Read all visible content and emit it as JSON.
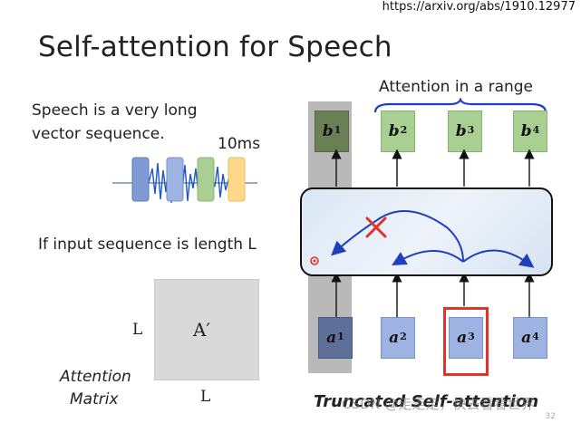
{
  "url": "https://arxiv.org/abs/1910.12977",
  "title": "Self-attention for Speech",
  "speech_text": {
    "line1": "Speech is a very long",
    "line2": "vector sequence.",
    "duration": "10ms"
  },
  "input_length_text": "If input sequence is length L",
  "matrix": {
    "label": "A′",
    "row_label": "L",
    "col_label": "L",
    "caption_line1": "Attention",
    "caption_line2": "Matrix"
  },
  "attention_range_label": "Attention in a range",
  "outputs": [
    {
      "var": "b",
      "sup": "1"
    },
    {
      "var": "b",
      "sup": "2"
    },
    {
      "var": "b",
      "sup": "3"
    },
    {
      "var": "b",
      "sup": "4"
    }
  ],
  "inputs": [
    {
      "var": "a",
      "sup": "1"
    },
    {
      "var": "a",
      "sup": "2"
    },
    {
      "var": "a",
      "sup": "3"
    },
    {
      "var": "a",
      "sup": "4"
    }
  ],
  "diagram_caption": "Truncated Self-attention",
  "watermark": "CSDN @走走走，快去看看世界",
  "page_number": "32",
  "colors": {
    "output_box": "#a9cf93",
    "input_box": "#9fb3e2",
    "highlight": "#e0342a",
    "arrow_blue": "#1f3fbf"
  }
}
